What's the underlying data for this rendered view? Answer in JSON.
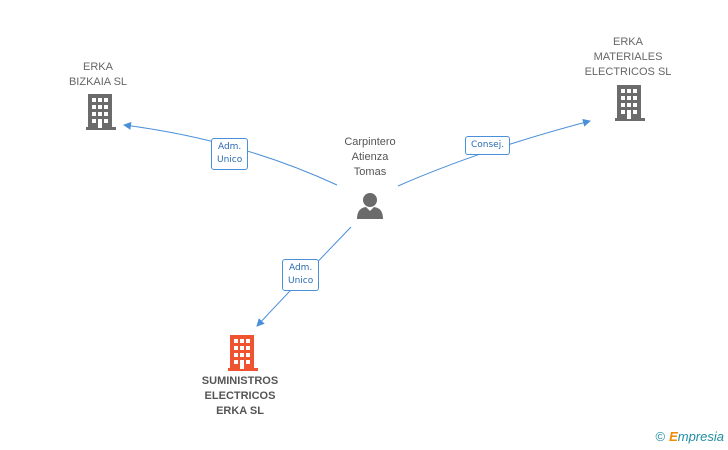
{
  "nodes": {
    "erka_bizkaia": {
      "lines": [
        "ERKA",
        "BIZKAIA SL"
      ]
    },
    "erka_materiales": {
      "lines": [
        "ERKA",
        "MATERIALES",
        "ELECTRICOS SL"
      ]
    },
    "person": {
      "lines": [
        "Carpintero",
        "Atienza",
        "Tomas"
      ]
    },
    "suministros": {
      "lines": [
        "SUMINISTROS",
        "ELECTRICOS",
        "ERKA SL"
      ]
    }
  },
  "edges": {
    "to_bizkaia": {
      "lines": [
        "Adm.",
        "Unico"
      ]
    },
    "to_materiales": {
      "lines": [
        "Consej."
      ]
    },
    "to_suministros": {
      "lines": [
        "Adm.",
        "Unico"
      ]
    }
  },
  "footer": {
    "copyright": "©",
    "brand_initial": "E",
    "brand_rest": "mpresia"
  },
  "colors": {
    "edge": "#4a90d9",
    "company_icon": "#6b6b6b",
    "main_company_icon": "#f0532f",
    "person_icon": "#6b6b6b"
  },
  "icons": {
    "company": "building-icon",
    "person": "person-icon"
  }
}
